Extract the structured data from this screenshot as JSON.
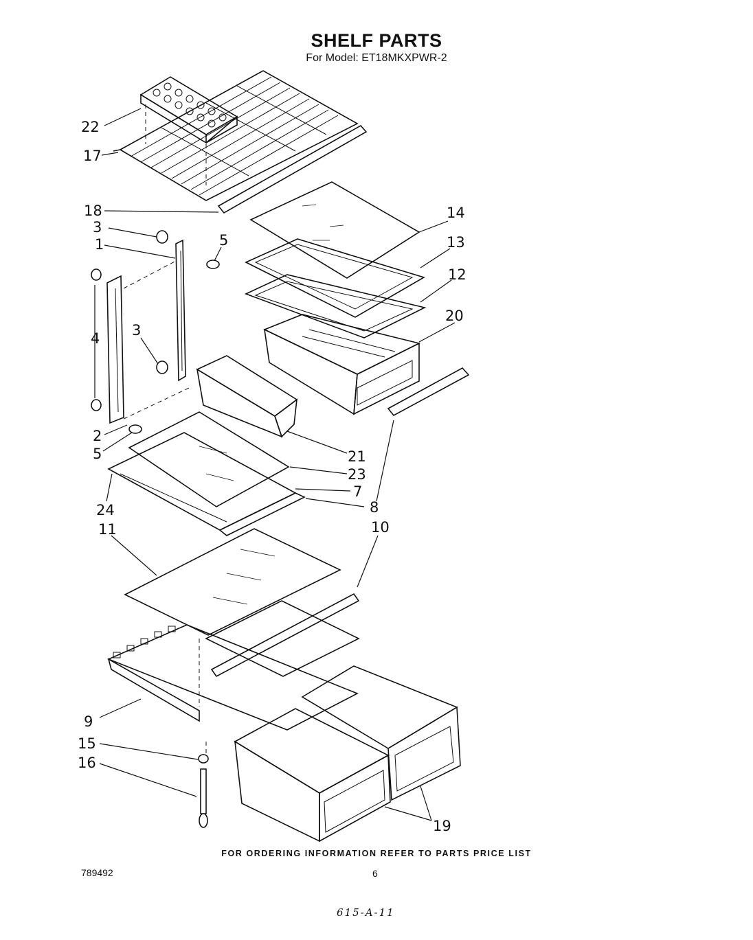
{
  "header": {
    "title": "SHELF PARTS",
    "subtitle": "For Model: ET18MKXPWR-2"
  },
  "callouts": [
    {
      "id": "c22",
      "label": "22"
    },
    {
      "id": "c17",
      "label": "17"
    },
    {
      "id": "c18",
      "label": "18"
    },
    {
      "id": "c3a",
      "label": "3"
    },
    {
      "id": "c1",
      "label": "1"
    },
    {
      "id": "c5a",
      "label": "5"
    },
    {
      "id": "c4",
      "label": "4"
    },
    {
      "id": "c3b",
      "label": "3"
    },
    {
      "id": "c2",
      "label": "2"
    },
    {
      "id": "c5b",
      "label": "5"
    },
    {
      "id": "c14",
      "label": "14"
    },
    {
      "id": "c13",
      "label": "13"
    },
    {
      "id": "c12",
      "label": "12"
    },
    {
      "id": "c20",
      "label": "20"
    },
    {
      "id": "c21",
      "label": "21"
    },
    {
      "id": "c23",
      "label": "23"
    },
    {
      "id": "c7",
      "label": "7"
    },
    {
      "id": "c8",
      "label": "8"
    },
    {
      "id": "c24",
      "label": "24"
    },
    {
      "id": "c11",
      "label": "11"
    },
    {
      "id": "c10",
      "label": "10"
    },
    {
      "id": "c9",
      "label": "9"
    },
    {
      "id": "c15",
      "label": "15"
    },
    {
      "id": "c16",
      "label": "16"
    },
    {
      "id": "c19",
      "label": "19"
    }
  ],
  "footer": {
    "ordering_note": "FOR ORDERING INFORMATION REFER TO PARTS PRICE LIST",
    "doc_number": "789492",
    "page_number": "6",
    "handwritten_note": "615-A-11"
  }
}
